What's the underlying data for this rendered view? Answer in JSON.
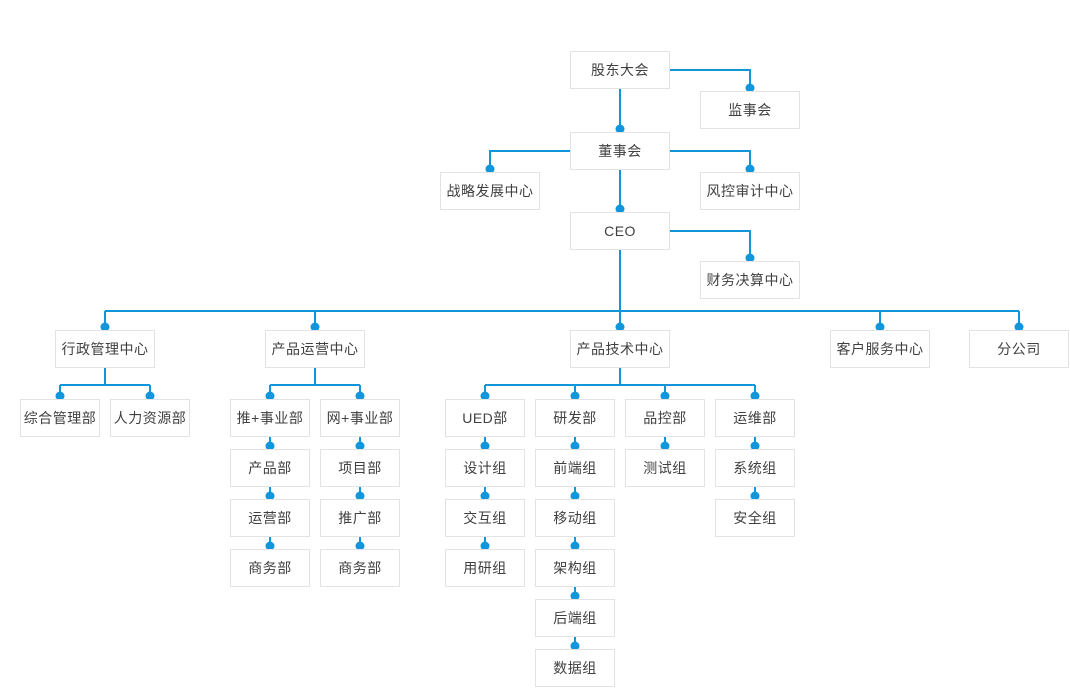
{
  "accent_color": "#1296db",
  "node_style": {
    "background": "#ffffff",
    "border_color": "#e3e3e3",
    "text_color": "#404040"
  },
  "nodes": {
    "shareholders": {
      "label": "股东大会"
    },
    "supervisors": {
      "label": "监事会"
    },
    "board": {
      "label": "董事会"
    },
    "strategy_center": {
      "label": "战略发展中心"
    },
    "risk_audit_center": {
      "label": "风控审计中心"
    },
    "ceo": {
      "label": "CEO"
    },
    "finance_center": {
      "label": "财务决算中心"
    },
    "admin_center": {
      "label": "行政管理中心"
    },
    "product_ops_center": {
      "label": "产品运营中心"
    },
    "product_tech_center": {
      "label": "产品技术中心"
    },
    "customer_service_center": {
      "label": "客户服务中心"
    },
    "branch_company": {
      "label": "分公司"
    },
    "general_admin_dept": {
      "label": "综合管理部"
    },
    "hr_dept": {
      "label": "人力资源部"
    },
    "tui_division": {
      "label": "推+事业部"
    },
    "wang_division": {
      "label": "网+事业部"
    },
    "ued_dept": {
      "label": "UED部"
    },
    "rnd_dept": {
      "label": "研发部"
    },
    "qc_dept": {
      "label": "品控部"
    },
    "ops_dept": {
      "label": "运维部"
    },
    "product_dept": {
      "label": "产品部"
    },
    "project_dept": {
      "label": "项目部"
    },
    "design_team": {
      "label": "设计组"
    },
    "frontend_team": {
      "label": "前端组"
    },
    "test_team": {
      "label": "测试组"
    },
    "system_team": {
      "label": "系统组"
    },
    "operation_dept": {
      "label": "运营部"
    },
    "promotion_dept": {
      "label": "推广部"
    },
    "interaction_team": {
      "label": "交互组"
    },
    "mobile_team": {
      "label": "移动组"
    },
    "security_team": {
      "label": "安全组"
    },
    "business_dept_tui": {
      "label": "商务部"
    },
    "business_dept_wang": {
      "label": "商务部"
    },
    "user_research_team": {
      "label": "用研组"
    },
    "architecture_team": {
      "label": "架构组"
    },
    "backend_team": {
      "label": "后端组"
    },
    "data_team": {
      "label": "数据组"
    }
  },
  "edges": [
    {
      "from": "shareholders",
      "to": "supervisors"
    },
    {
      "from": "shareholders",
      "to": "board"
    },
    {
      "from": "board",
      "to": "strategy_center"
    },
    {
      "from": "board",
      "to": "risk_audit_center"
    },
    {
      "from": "board",
      "to": "ceo"
    },
    {
      "from": "ceo",
      "to": "finance_center"
    },
    {
      "from": "ceo",
      "to": "admin_center"
    },
    {
      "from": "ceo",
      "to": "product_ops_center"
    },
    {
      "from": "ceo",
      "to": "product_tech_center"
    },
    {
      "from": "ceo",
      "to": "customer_service_center"
    },
    {
      "from": "ceo",
      "to": "branch_company"
    },
    {
      "from": "admin_center",
      "to": "general_admin_dept"
    },
    {
      "from": "admin_center",
      "to": "hr_dept"
    },
    {
      "from": "product_ops_center",
      "to": "tui_division"
    },
    {
      "from": "product_ops_center",
      "to": "wang_division"
    },
    {
      "from": "tui_division",
      "to": "product_dept"
    },
    {
      "from": "product_dept",
      "to": "operation_dept"
    },
    {
      "from": "operation_dept",
      "to": "business_dept_tui"
    },
    {
      "from": "wang_division",
      "to": "project_dept"
    },
    {
      "from": "project_dept",
      "to": "promotion_dept"
    },
    {
      "from": "promotion_dept",
      "to": "business_dept_wang"
    },
    {
      "from": "product_tech_center",
      "to": "ued_dept"
    },
    {
      "from": "product_tech_center",
      "to": "rnd_dept"
    },
    {
      "from": "product_tech_center",
      "to": "qc_dept"
    },
    {
      "from": "product_tech_center",
      "to": "ops_dept"
    },
    {
      "from": "ued_dept",
      "to": "design_team"
    },
    {
      "from": "design_team",
      "to": "interaction_team"
    },
    {
      "from": "interaction_team",
      "to": "user_research_team"
    },
    {
      "from": "rnd_dept",
      "to": "frontend_team"
    },
    {
      "from": "frontend_team",
      "to": "mobile_team"
    },
    {
      "from": "mobile_team",
      "to": "architecture_team"
    },
    {
      "from": "architecture_team",
      "to": "backend_team"
    },
    {
      "from": "backend_team",
      "to": "data_team"
    },
    {
      "from": "qc_dept",
      "to": "test_team"
    },
    {
      "from": "ops_dept",
      "to": "system_team"
    },
    {
      "from": "system_team",
      "to": "security_team"
    }
  ]
}
